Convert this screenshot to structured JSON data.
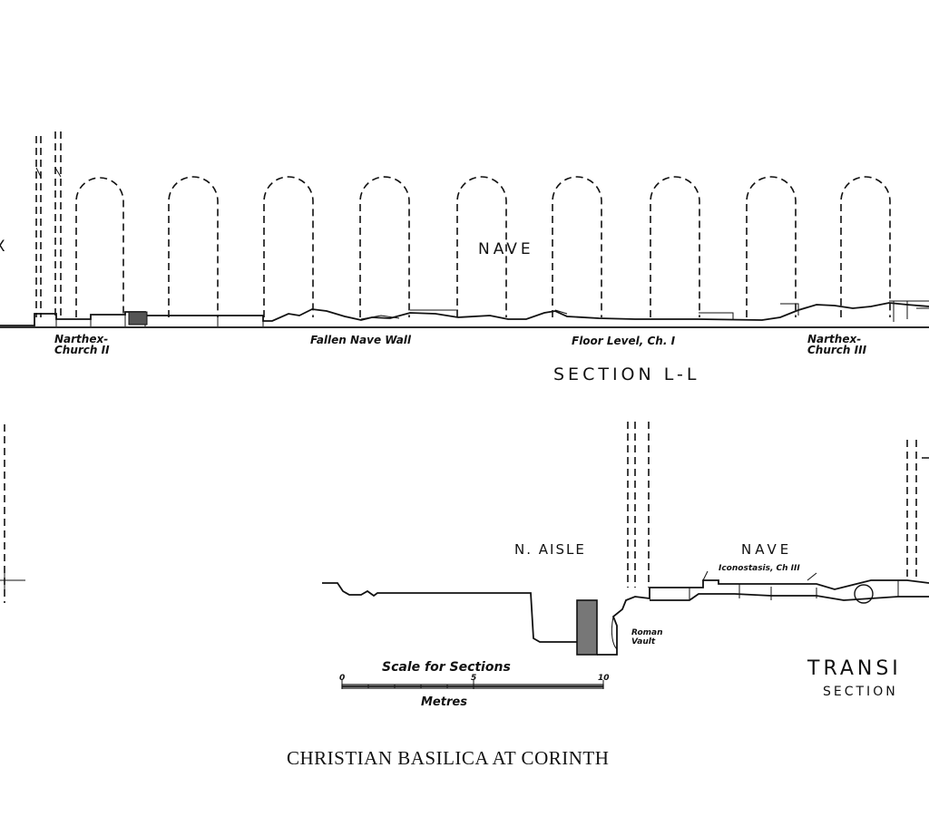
{
  "section_ll": {
    "nave_label": "NAVE",
    "partial_label": "X",
    "narthex_ii": [
      "Narthex-",
      "Church II"
    ],
    "fallen_wall": "Fallen Nave Wall",
    "floor_level": "Floor Level, Ch. I",
    "narthex_iii": [
      "Narthex-",
      "Church III"
    ],
    "title": "SECTION L-L"
  },
  "section_lower": {
    "aisle_label": "N. AISLE",
    "nave_label": "NAVE",
    "iconostasis": "Iconostasis, Ch III",
    "roman_vault": [
      "Roman",
      "Vault"
    ],
    "transept_partial": "TRANSI",
    "section_partial": "SECTION"
  },
  "scale": {
    "title": "Scale for Sections",
    "ticks": [
      "0",
      "5",
      "10"
    ],
    "unit": "Metres"
  },
  "caption": "CHRISTIAN BASILICA AT CORINTH"
}
